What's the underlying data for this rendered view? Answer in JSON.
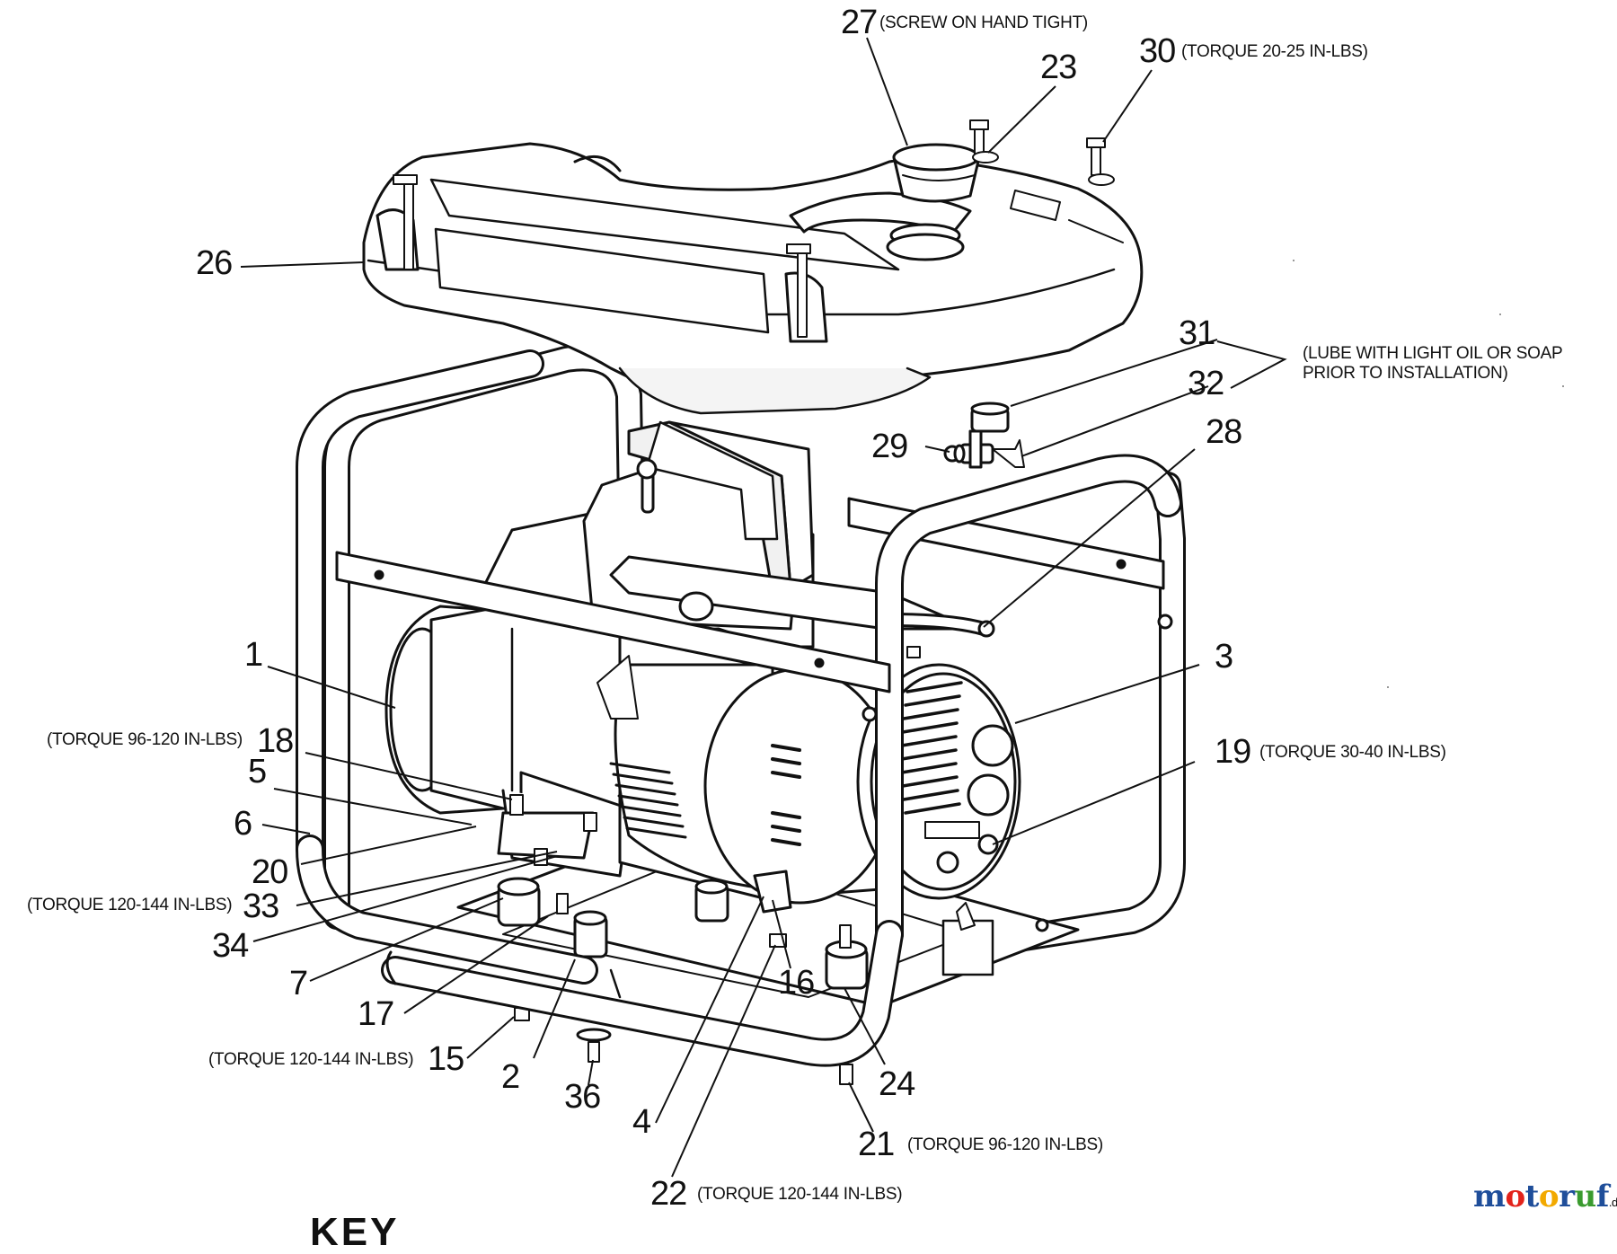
{
  "diagram": {
    "callouts": [
      {
        "id": "27",
        "note": "(SCREW ON HAND TIGHT)"
      },
      {
        "id": "23",
        "note": ""
      },
      {
        "id": "30",
        "note": "(TORQUE 20-25 IN-LBS)"
      },
      {
        "id": "26",
        "note": ""
      },
      {
        "id": "31",
        "note": ""
      },
      {
        "id": "32",
        "note": ""
      },
      {
        "id": "29",
        "note": ""
      },
      {
        "id": "28",
        "note": ""
      },
      {
        "id": "1",
        "note": ""
      },
      {
        "id": "3",
        "note": ""
      },
      {
        "id": "18",
        "note": "(TORQUE 96-120 IN-LBS)"
      },
      {
        "id": "5",
        "note": ""
      },
      {
        "id": "19",
        "note": "(TORQUE 30-40 IN-LBS)"
      },
      {
        "id": "6",
        "note": ""
      },
      {
        "id": "20",
        "note": ""
      },
      {
        "id": "33",
        "note": "(TORQUE 120-144 IN-LBS)"
      },
      {
        "id": "34",
        "note": ""
      },
      {
        "id": "7",
        "note": ""
      },
      {
        "id": "17",
        "note": ""
      },
      {
        "id": "16",
        "note": ""
      },
      {
        "id": "15",
        "note": "(TORQUE 120-144 IN-LBS)"
      },
      {
        "id": "2",
        "note": ""
      },
      {
        "id": "24",
        "note": ""
      },
      {
        "id": "36",
        "note": ""
      },
      {
        "id": "4",
        "note": ""
      },
      {
        "id": "21",
        "note": "(TORQUE 96-120 IN-LBS)"
      },
      {
        "id": "22",
        "note": "(TORQUE 120-144 IN-LBS)"
      }
    ],
    "lube_note": [
      "(LUBE WITH LIGHT OIL OR SOAP",
      "PRIOR TO INSTALLATION)"
    ],
    "bottom_cut_text": "KEY"
  },
  "brand": {
    "logo_text": "motoruf",
    "tld": ".de",
    "colors": {
      "m": "#1f4e9a",
      "o1": "#e3231b",
      "t": "#1f4e9a",
      "o2": "#f2a900",
      "r": "#1f4e9a",
      "u": "#3a9b2f",
      "f": "#1f4e9a"
    }
  },
  "colors": {
    "line": "#111111",
    "fill": "#ffffff",
    "shade": "#e9e9e9"
  }
}
